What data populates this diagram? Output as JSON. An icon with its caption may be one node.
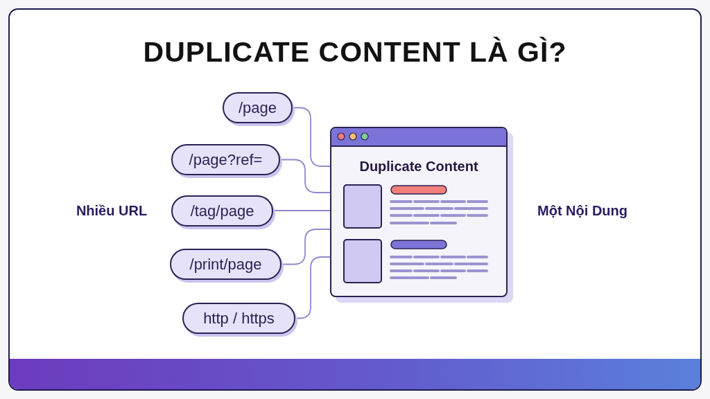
{
  "diagram": {
    "title": "DUPLICATE CONTENT LÀ GÌ?",
    "nodes": [
      {
        "text": [
          "/page"
        ]
      },
      {
        "text": [
          "/page?ref="
        ]
      },
      {
        "text": [
          "/tag/page"
        ]
      },
      {
        "text": [
          "/print/page"
        ]
      },
      {
        "text": [
          "http / https"
        ]
      },
      {
        "text": [
          "Duplicate Content"
        ]
      }
    ],
    "edges": [
      {
        "from": 0,
        "to": 5,
        "arrow": "none"
      },
      {
        "from": 1,
        "to": 5,
        "arrow": "none"
      },
      {
        "from": 2,
        "to": 5,
        "arrow": "none"
      },
      {
        "from": 3,
        "to": 5,
        "arrow": "none"
      },
      {
        "from": 4,
        "to": 5,
        "arrow": "none"
      }
    ],
    "labels": [
      "Nhiều URL",
      "Một Nội Dung"
    ]
  }
}
